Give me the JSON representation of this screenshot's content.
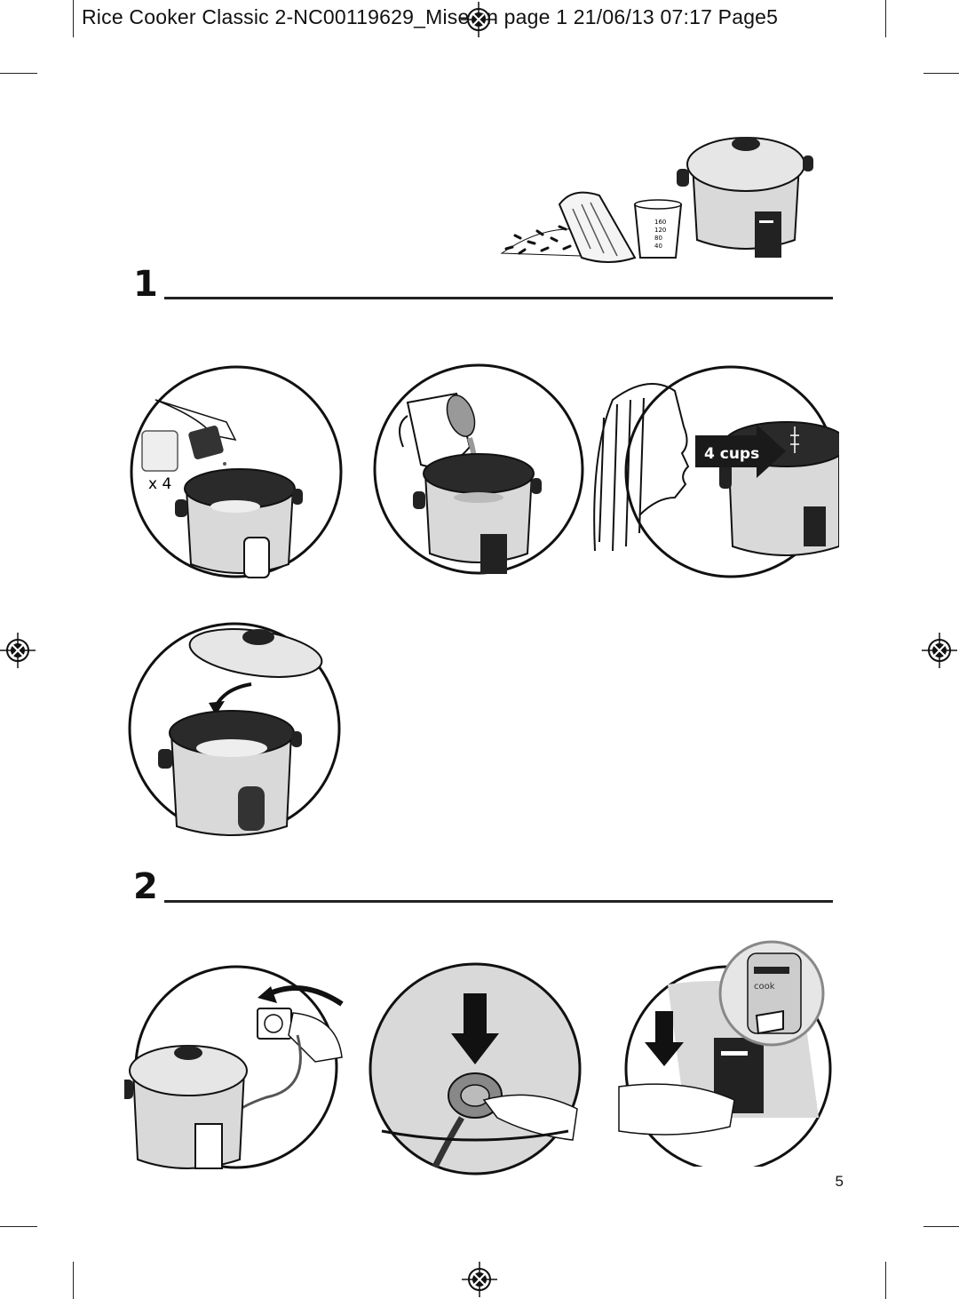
{
  "header": {
    "slug_text": "Rice Cooker Classic 2-NC00119629_Mise en page 1  21/06/13  07:17  Page5"
  },
  "steps": [
    {
      "number": "1"
    },
    {
      "number": "2"
    }
  ],
  "illustrations": {
    "measure_multiplier": "x 4",
    "cups_label": "4 cups",
    "cup_scale": [
      "160",
      "120",
      "80",
      "40"
    ],
    "cook_label": "cook"
  },
  "footer": {
    "page_number": "5"
  },
  "colors": {
    "ink": "#111111",
    "cooker_body": "#d9d9d9",
    "cooker_dark": "#2a2a2a",
    "lid": "#e6e6e6"
  }
}
